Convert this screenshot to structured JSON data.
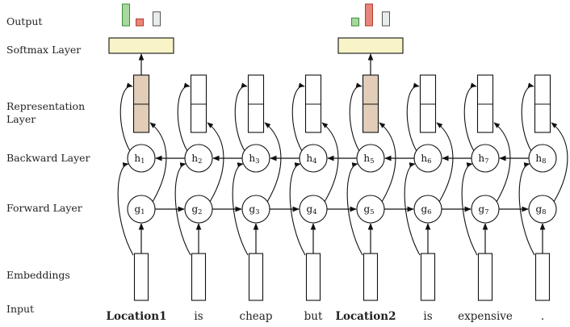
{
  "layer_labels": {
    "output": "Output",
    "softmax": "Softmax Layer",
    "representation_line1": "Representation",
    "representation_line2": "Layer",
    "backward": "Backward Layer",
    "forward": "Forward Layer",
    "embeddings": "Embeddings",
    "input": "Input"
  },
  "tokens": [
    {
      "word": "Location1",
      "bold": true,
      "highlighted": true
    },
    {
      "word": "is",
      "bold": false,
      "highlighted": false
    },
    {
      "word": "cheap",
      "bold": false,
      "highlighted": false
    },
    {
      "word": "but",
      "bold": false,
      "highlighted": false
    },
    {
      "word": "Location2",
      "bold": true,
      "highlighted": true
    },
    {
      "word": "is",
      "bold": false,
      "highlighted": false
    },
    {
      "word": "expensive",
      "bold": false,
      "highlighted": false
    },
    {
      "word": ".",
      "bold": false,
      "highlighted": false
    }
  ],
  "backward_nodes": [
    {
      "base": "h",
      "sub": "1"
    },
    {
      "base": "h",
      "sub": "2"
    },
    {
      "base": "h",
      "sub": "3"
    },
    {
      "base": "h",
      "sub": "4"
    },
    {
      "base": "h",
      "sub": "5"
    },
    {
      "base": "h",
      "sub": "6"
    },
    {
      "base": "h",
      "sub": "7"
    },
    {
      "base": "h",
      "sub": "8"
    }
  ],
  "forward_nodes": [
    {
      "base": "g",
      "sub": "1"
    },
    {
      "base": "g",
      "sub": "2"
    },
    {
      "base": "g",
      "sub": "3"
    },
    {
      "base": "g",
      "sub": "4"
    },
    {
      "base": "g",
      "sub": "5"
    },
    {
      "base": "g",
      "sub": "6"
    },
    {
      "base": "g",
      "sub": "7"
    },
    {
      "base": "g",
      "sub": "8"
    }
  ],
  "outputs": [
    {
      "token_index": 0,
      "bars": [
        {
          "level": 1.0,
          "color": "#a8d8a0",
          "stroke": "#3a8a3a"
        },
        {
          "level": 0.32,
          "color": "#e8857a",
          "stroke": "#b03a2e"
        },
        {
          "level": 0.64,
          "color": "#e8ecec",
          "stroke": "#555555"
        }
      ]
    },
    {
      "token_index": 4,
      "bars": [
        {
          "level": 0.36,
          "color": "#a8d8a0",
          "stroke": "#3a8a3a"
        },
        {
          "level": 1.0,
          "color": "#e8857a",
          "stroke": "#b03a2e"
        },
        {
          "level": 0.64,
          "color": "#e8ecec",
          "stroke": "#555555"
        }
      ]
    }
  ],
  "colors": {
    "softmax_fill": "#f8f4c8",
    "representation_highlight": "#e2cdb8",
    "line": "#111111"
  }
}
